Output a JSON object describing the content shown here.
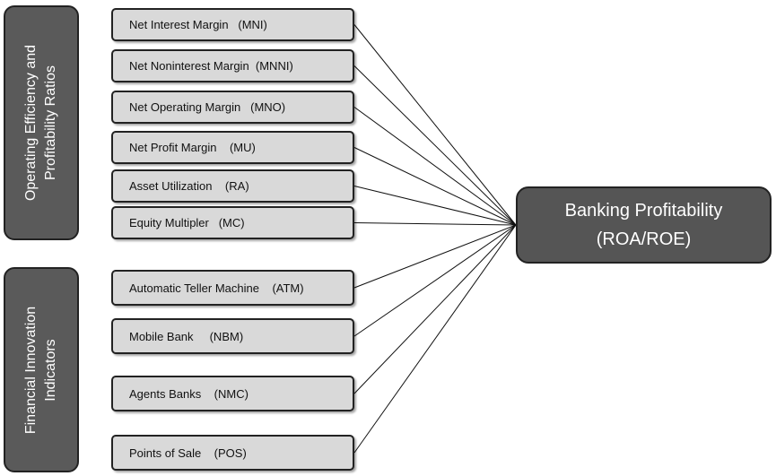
{
  "groups": [
    {
      "label_lines": [
        "Operating Efficiency and",
        "Profitability Ratios"
      ]
    },
    {
      "label_lines": [
        "Financial Innovation",
        "Indicators"
      ]
    }
  ],
  "items": [
    {
      "label": "Net Interest Margin   (MNI)"
    },
    {
      "label": "Net Noninterest Margin  (MNNI)"
    },
    {
      "label": "Net Operating Margin   (MNO)"
    },
    {
      "label": "Net Profit Margin    (MU)"
    },
    {
      "label": "Asset Utilization    (RA)"
    },
    {
      "label": "Equity Multipler   (MC)"
    },
    {
      "label": "Automatic Teller Machine    (ATM)"
    },
    {
      "label": "Mobile Bank     (NBM)"
    },
    {
      "label": "Agents Banks    (NMC)"
    },
    {
      "label": "Points of Sale    (POS)"
    }
  ],
  "target": {
    "line1": "Banking Profitability",
    "line2": "(ROA/ROE)"
  }
}
